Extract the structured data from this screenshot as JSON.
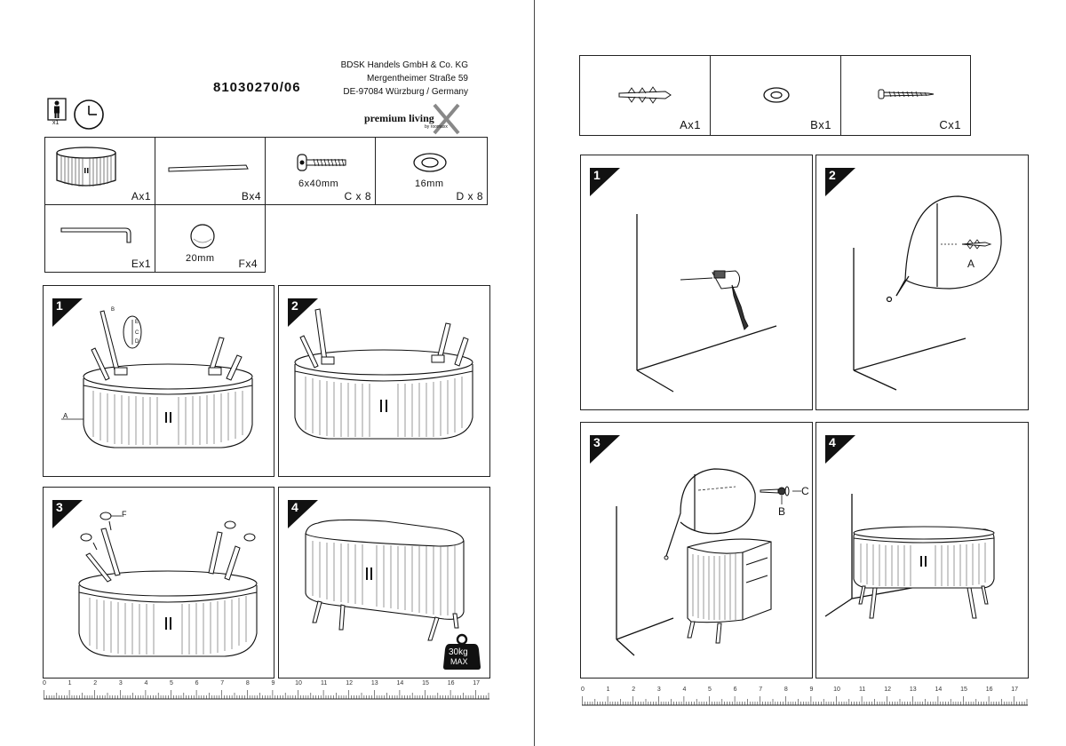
{
  "left_page": {
    "article_number": "81030270/06",
    "company": {
      "name": "BDSK Handels GmbH & Co. KG",
      "street": "Mergentheimer Straße 59",
      "city": "DE-97084 Würzburg / Germany"
    },
    "brand": {
      "name": "premium living",
      "tagline": "by roomaxx"
    },
    "person_count": "x1",
    "parts": [
      {
        "letter": "Ax1",
        "size": ""
      },
      {
        "letter": "Bx4",
        "size": ""
      },
      {
        "letter": "C x 8",
        "size": "6x40mm"
      },
      {
        "letter": "D x 8",
        "size": "16mm"
      },
      {
        "letter": "Ex1",
        "size": ""
      },
      {
        "letter": "Fx4",
        "size": "20mm"
      }
    ],
    "steps": [
      "1",
      "2",
      "3",
      "4"
    ],
    "step1_labels": {
      "a": "A",
      "b": "B",
      "c": "C",
      "d": "D",
      "e": "E"
    },
    "step3_label": "F",
    "weight_badge": {
      "line1": "30kg",
      "line2": "MAX"
    }
  },
  "right_page": {
    "parts": [
      {
        "letter": "Ax1"
      },
      {
        "letter": "Bx1"
      },
      {
        "letter": "Cx1"
      }
    ],
    "steps": [
      "1",
      "2",
      "3",
      "4"
    ],
    "step2_label": "A",
    "step3_labels": {
      "b": "B",
      "c": "C"
    }
  },
  "ruler_numbers": [
    "0",
    "1",
    "2",
    "3",
    "4",
    "5",
    "6",
    "7",
    "8",
    "9",
    "10",
    "11",
    "12",
    "13",
    "14",
    "15",
    "16",
    "17"
  ]
}
